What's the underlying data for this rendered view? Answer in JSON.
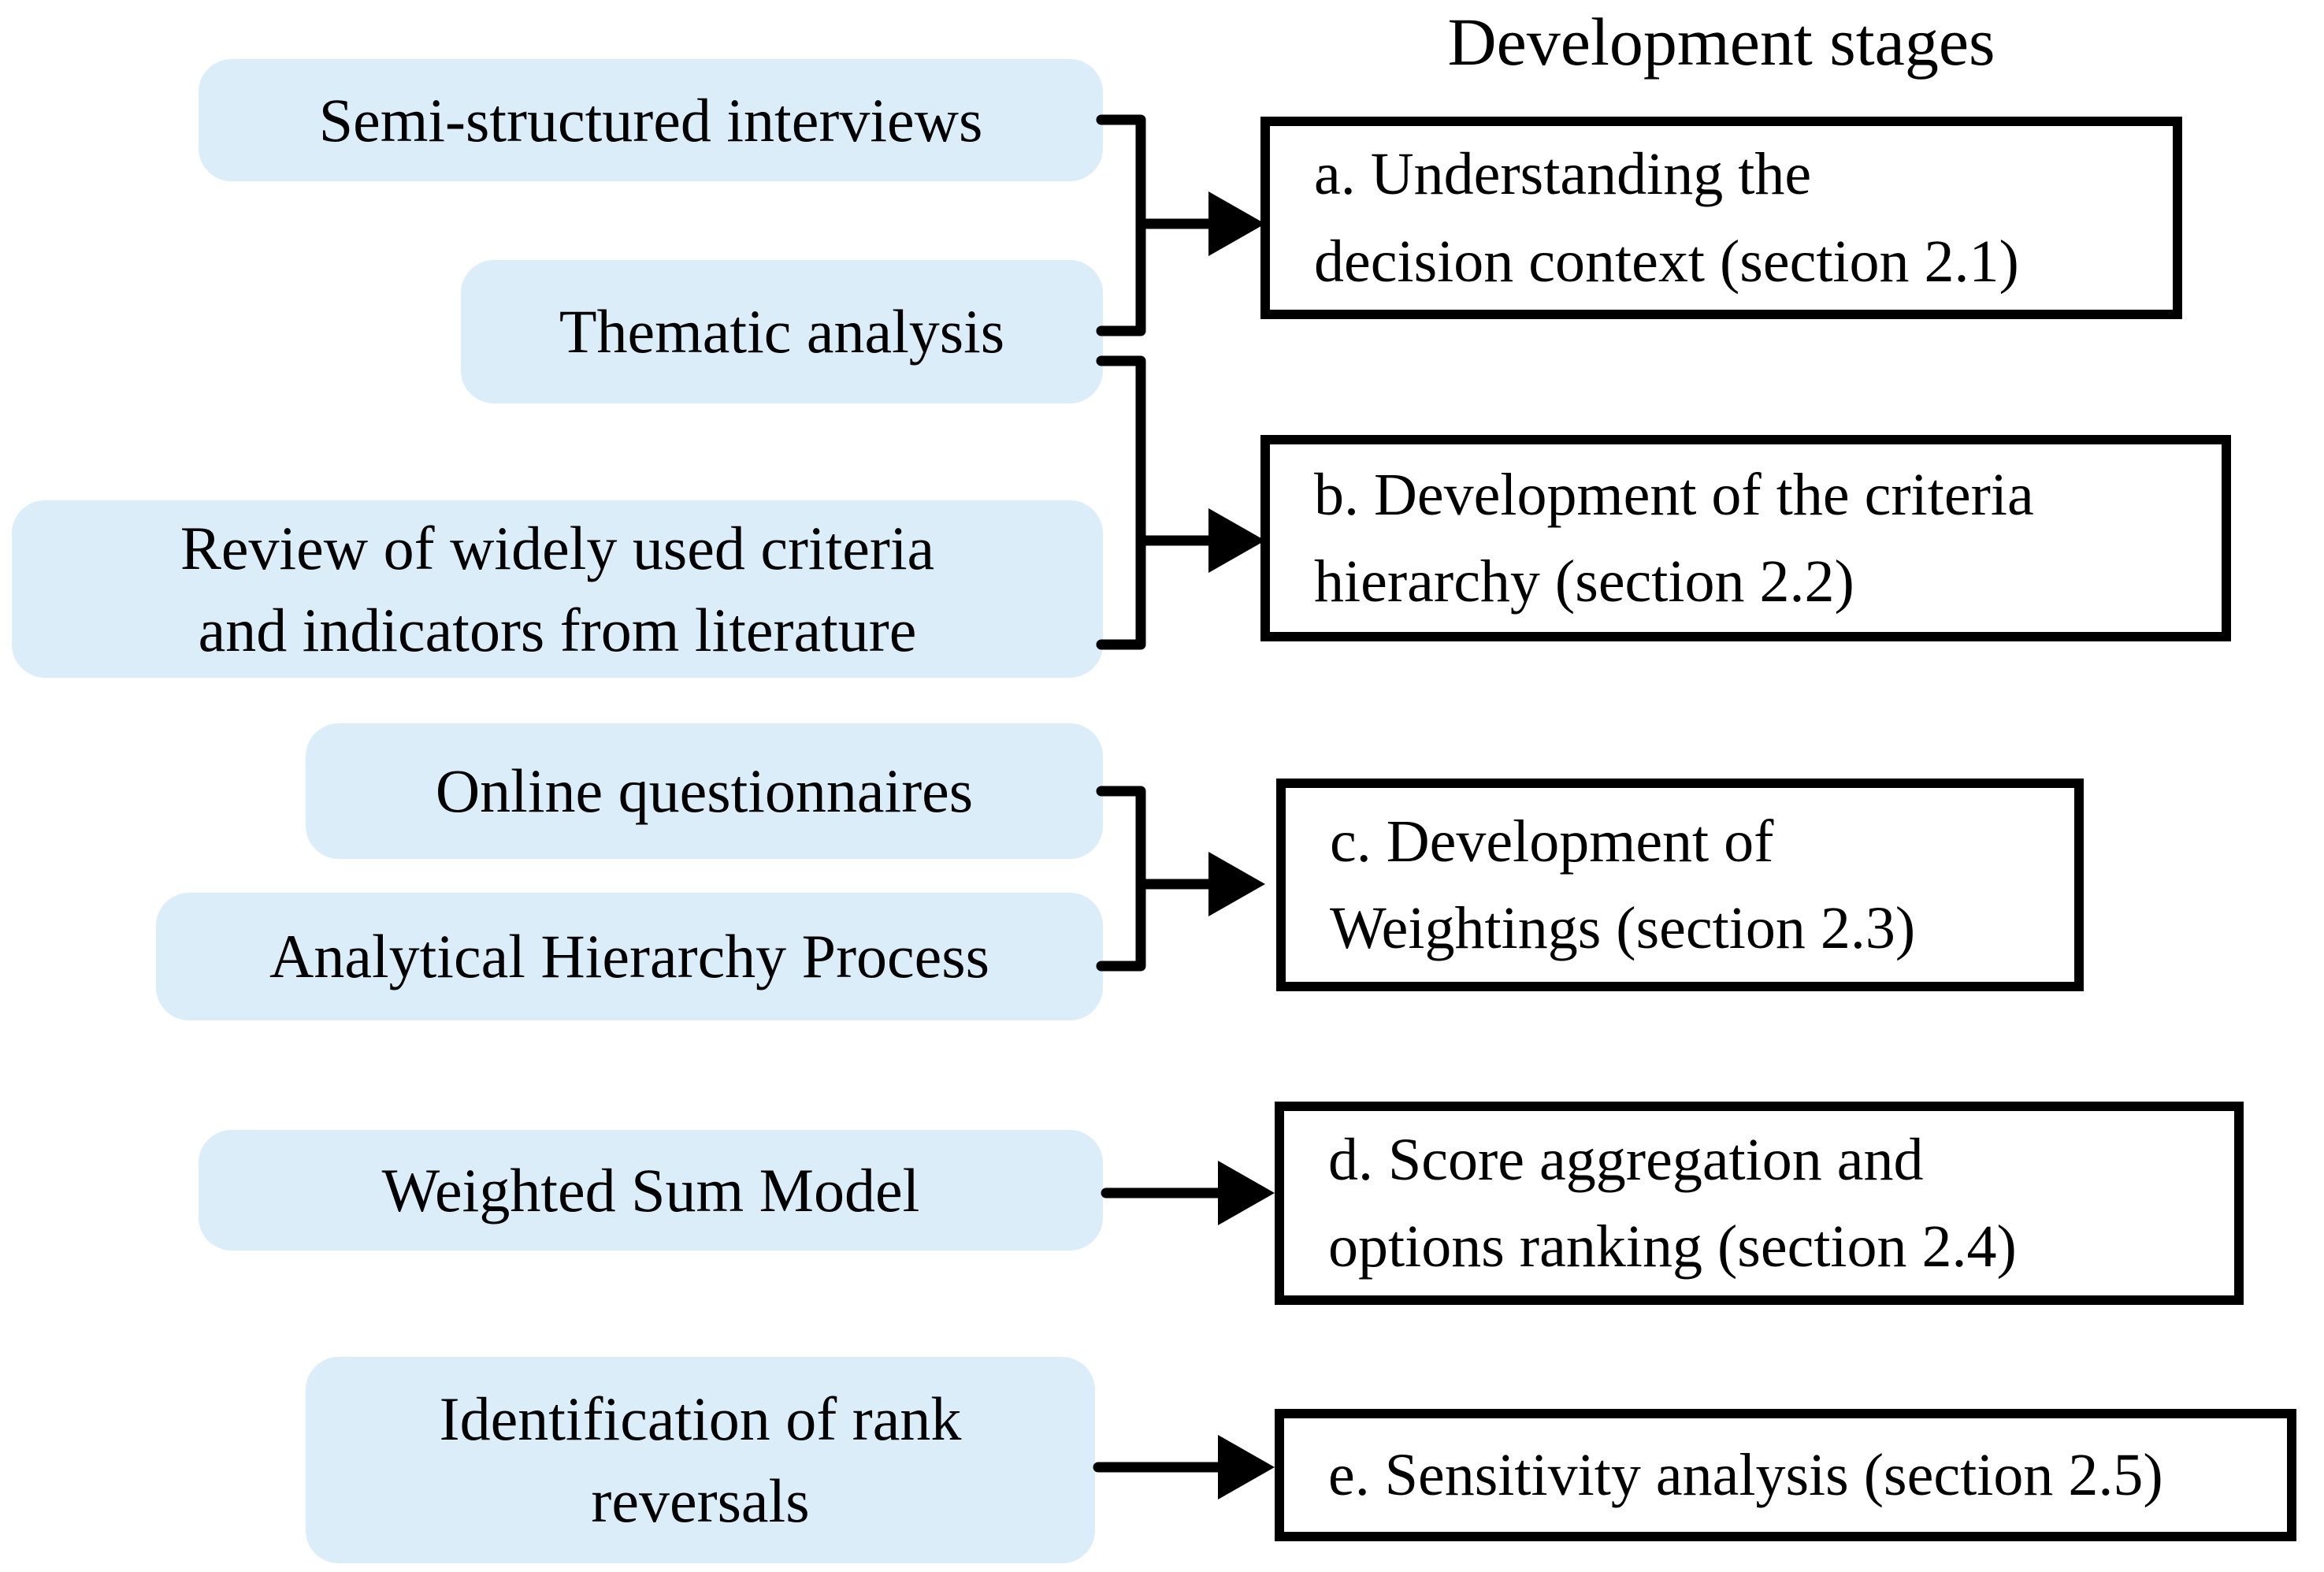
{
  "title": "Development stages",
  "colors": {
    "method_fill": "#daedf8",
    "line": "#000000",
    "background": "#ffffff",
    "text": "#000000"
  },
  "methods": [
    {
      "lines": [
        "Semi-structured interviews"
      ]
    },
    {
      "lines": [
        "Thematic analysis"
      ]
    },
    {
      "lines": [
        "Review of widely used criteria",
        "and indicators from literature"
      ]
    },
    {
      "lines": [
        "Online questionnaires"
      ]
    },
    {
      "lines": [
        "Analytical Hierarchy Process"
      ]
    },
    {
      "lines": [
        "Weighted Sum Model"
      ]
    },
    {
      "lines": [
        "Identification of rank",
        "reversals"
      ]
    }
  ],
  "stages": [
    {
      "lines": [
        "a. Understanding the",
        "decision context (section 2.1)"
      ]
    },
    {
      "lines": [
        "b. Development of the criteria",
        "hierarchy (section 2.2)"
      ]
    },
    {
      "lines": [
        "c. Development of",
        "Weightings (section 2.3)"
      ]
    },
    {
      "lines": [
        "d. Score aggregation and",
        "options ranking (section 2.4)"
      ]
    },
    {
      "lines": [
        "e. Sensitivity analysis (section 2.5)"
      ]
    }
  ]
}
